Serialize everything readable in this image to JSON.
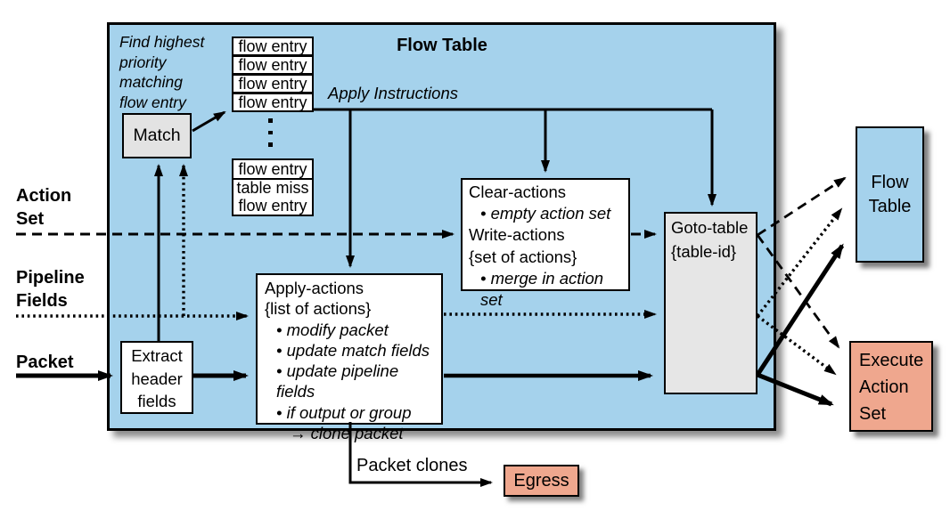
{
  "colors": {
    "box_blue": "#a5d2ec",
    "box_salmon": "#efa78e",
    "box_gray": "#e3e3e3",
    "line": "#000000"
  },
  "left_labels": {
    "action_set_line1": "Action",
    "action_set_line2": "Set",
    "pipeline_line1": "Pipeline",
    "pipeline_line2": "Fields",
    "packet": "Packet"
  },
  "flow_table": {
    "title": "Flow Table",
    "annotation_lines": [
      "Find highest",
      "priority",
      "matching",
      "flow entry"
    ],
    "match_label": "Match",
    "entries": [
      "flow entry",
      "flow entry",
      "flow entry",
      "flow entry"
    ],
    "miss_stack": [
      "flow entry",
      "table miss",
      "flow entry"
    ],
    "apply_instructions": "Apply Instructions"
  },
  "clear_write_box": {
    "lines": [
      "Clear-actions",
      "• empty action set",
      "Write-actions",
      "{set of actions}",
      "• merge in action set"
    ]
  },
  "apply_actions_box": {
    "lines": [
      "Apply-actions",
      "{list of actions}",
      "• modify packet",
      "• update match fields",
      "• update pipeline fields",
      "• if output or group",
      "→ clone packet"
    ]
  },
  "extract_box": {
    "lines": [
      "Extract",
      "header",
      "fields"
    ]
  },
  "goto_table_box": {
    "lines": [
      "Goto-table",
      "{table-id}"
    ]
  },
  "outputs": {
    "flow_table_lines": [
      "Flow",
      "Table"
    ],
    "execute_lines": [
      "Execute",
      "Action",
      "Set"
    ],
    "egress": "Egress",
    "packet_clones": "Packet clones"
  }
}
